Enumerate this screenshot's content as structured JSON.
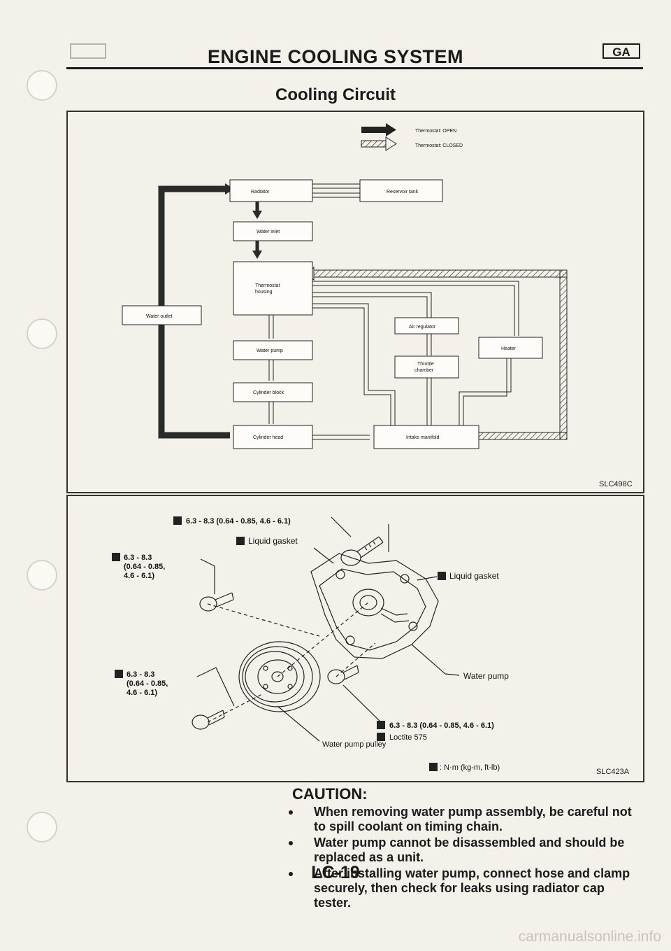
{
  "header": {
    "left_tag": "",
    "right_tag": "GA",
    "title": "ENGINE COOLING SYSTEM"
  },
  "section_title": "Cooling Circuit",
  "circuit": {
    "legend": {
      "open": "Thermostat: OPEN",
      "closed": "Thermostat: CLOSED"
    },
    "boxes": {
      "radiator": "Radiator",
      "reservoir": "Reservoir tank",
      "water_inlet": "Water inlet",
      "thermostat_line1": "Thermostat",
      "thermostat_line2": "housing",
      "water_outlet": "Water outlet",
      "air_regulator": "Air regulator",
      "heater": "Heater",
      "throttle_line1": "Throttle",
      "throttle_line2": "chamber",
      "water_pump": "Water pump",
      "cylinder_block": "Cylinder block",
      "cylinder_head": "Cylinder head",
      "intake_manifold": "Intake manifold"
    },
    "code": "SLC498C"
  },
  "pump_diagram": {
    "torque_top": "6.3 - 8.3 (0.64 - 0.85, 4.6 - 6.1)",
    "torque_left1": [
      "6.3 - 8.3",
      "(0.64 - 0.85,",
      "4.6 - 6.1)"
    ],
    "torque_left2": [
      "6.3 - 8.3",
      "(0.64 - 0.85,",
      "4.6 - 6.1)"
    ],
    "torque_bottom": "6.3 - 8.3 (0.64 - 0.85, 4.6 - 6.1)",
    "liquid_gasket_1": "Liquid gasket",
    "liquid_gasket_2": "Liquid gasket",
    "water_pump": "Water pump",
    "loctite": "Loctite 575",
    "pulley": "Water pump pulley",
    "units": ": N·m (kg-m, ft-lb)",
    "code": "SLC423A"
  },
  "caution": {
    "title": "CAUTION:",
    "items": [
      "When removing water pump assembly, be careful not to spill coolant on timing chain.",
      "Water pump cannot be disassembled and should be replaced as a unit.",
      "After installing water pump, connect hose and clamp securely, then check for leaks using radiator cap tester."
    ]
  },
  "page_number": "LC-19",
  "watermark": "carmanualsonline.info"
}
